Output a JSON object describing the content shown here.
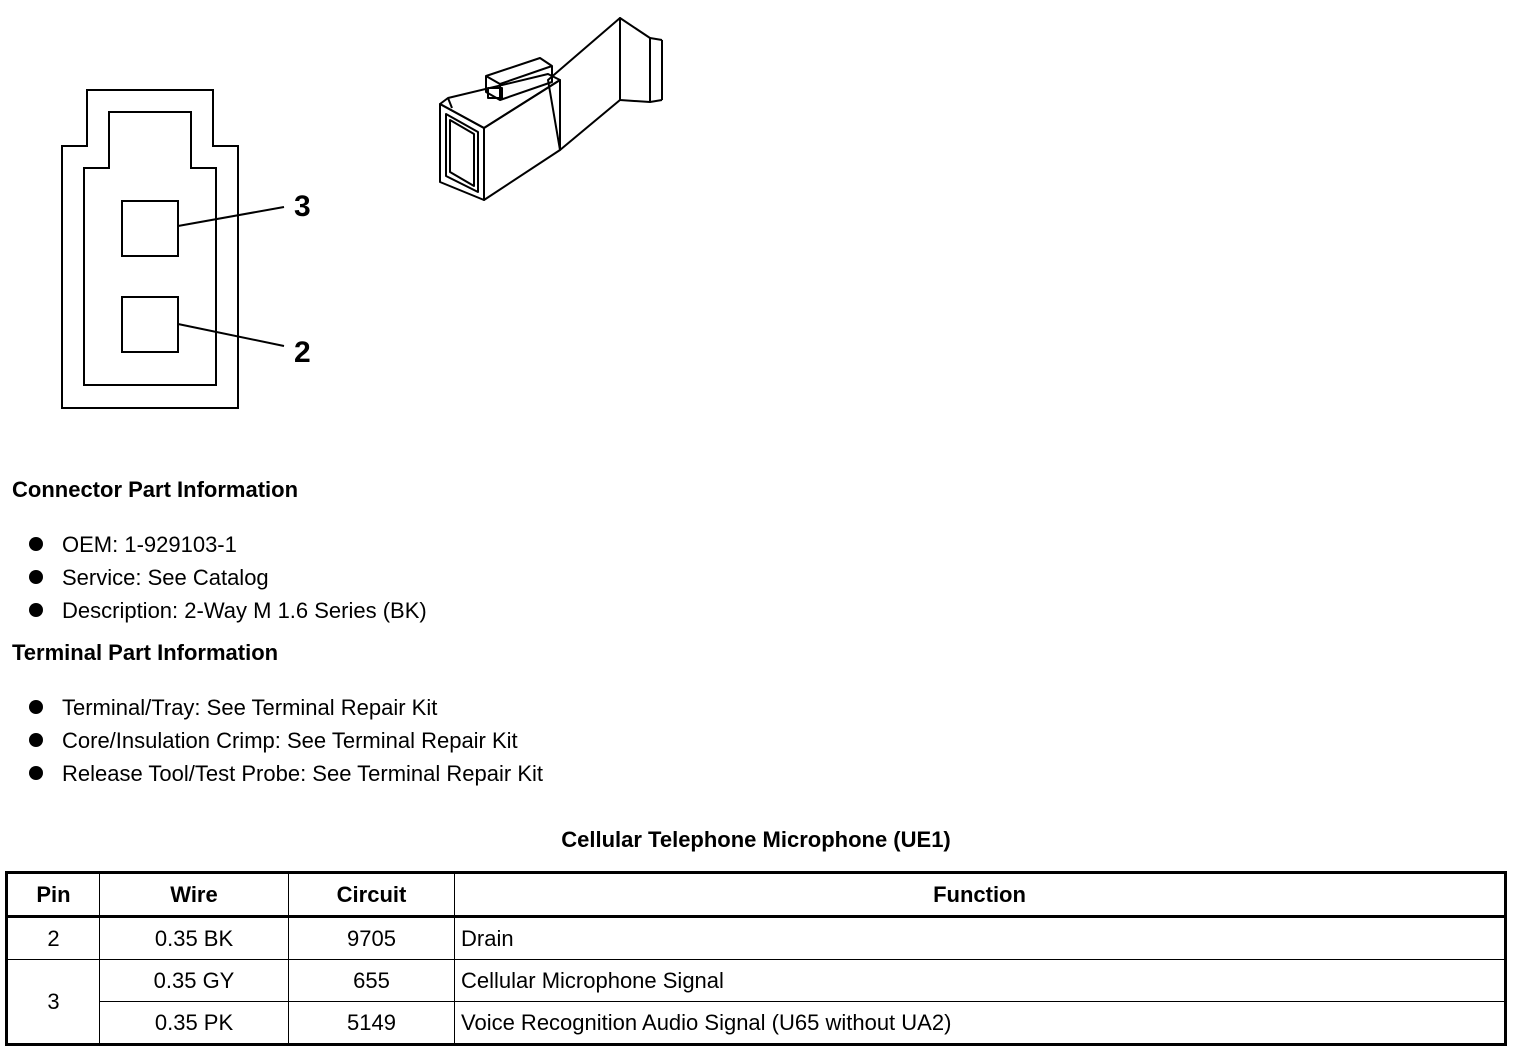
{
  "diagram": {
    "pin_labels": [
      "3",
      "2"
    ]
  },
  "connector": {
    "heading": "Connector Part Information",
    "items": [
      "OEM: 1-929103-1",
      "Service: See Catalog",
      "Description: 2-Way M 1.6 Series (BK)"
    ]
  },
  "terminal": {
    "heading": "Terminal Part Information",
    "items": [
      "Terminal/Tray: See Terminal Repair Kit",
      "Core/Insulation Crimp: See Terminal Repair Kit",
      "Release Tool/Test Probe: See Terminal Repair Kit"
    ]
  },
  "table": {
    "title": "Cellular Telephone Microphone (UE1)",
    "headers": [
      "Pin",
      "Wire",
      "Circuit",
      "Function"
    ],
    "rows": [
      {
        "pin": "2",
        "wire": "0.35 BK",
        "circuit": "9705",
        "function": "Drain"
      },
      {
        "pin": "3",
        "wire": "0.35 GY",
        "circuit": "655",
        "function": "Cellular Microphone Signal"
      },
      {
        "pin": "",
        "wire": "0.35 PK",
        "circuit": "5149",
        "function": "Voice Recognition Audio Signal (U65 without UA2)"
      }
    ]
  }
}
